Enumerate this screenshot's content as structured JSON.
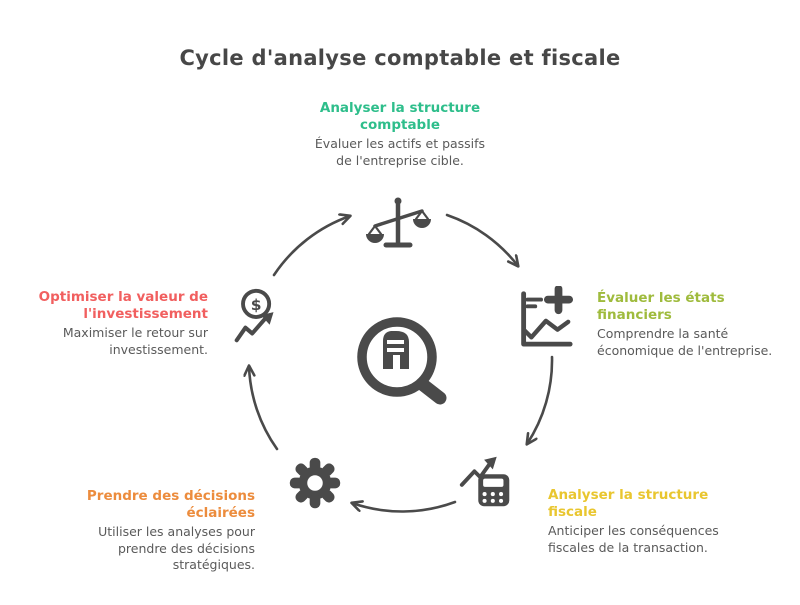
{
  "title": "Cycle d'analyse comptable et fiscale",
  "colors": {
    "ink": "#4a4a4a",
    "body_text": "#5a5a5a",
    "step_green": "#2ebe8b",
    "step_olive": "#9fbb3d",
    "step_yellow": "#e9c62f",
    "step_orange": "#ec8c3d",
    "step_red": "#f15f5f"
  },
  "center": {
    "icon": "magnifier-building-icon"
  },
  "steps": [
    {
      "position": "top",
      "icon": "scales-icon",
      "color": "#2ebe8b",
      "heading": "Analyser la structure\ncomptable",
      "body": "Évaluer les actifs et passifs\nde l'entreprise cible."
    },
    {
      "position": "right",
      "icon": "chart-plus-icon",
      "color": "#9fbb3d",
      "heading": "Évaluer les états\nfinanciers",
      "body": "Comprendre la santé\néconomique de l'entreprise."
    },
    {
      "position": "bottom-right",
      "icon": "calculator-trend-icon",
      "color": "#e9c62f",
      "heading": "Analyser la structure\nfiscale",
      "body": "Anticiper les conséquences\nfiscales de la transaction."
    },
    {
      "position": "bottom-left",
      "icon": "gear-icon",
      "color": "#ec8c3d",
      "heading": "Prendre des décisions\néclairées",
      "body": "Utiliser les analyses pour\nprendre des décisions\nstratégiques."
    },
    {
      "position": "left",
      "icon": "dollar-trend-icon",
      "color": "#f15f5f",
      "icon_glyph": "$",
      "heading": "Optimiser la valeur de\nl'investissement",
      "body": "Maximiser le retour sur\ninvestissement."
    }
  ]
}
